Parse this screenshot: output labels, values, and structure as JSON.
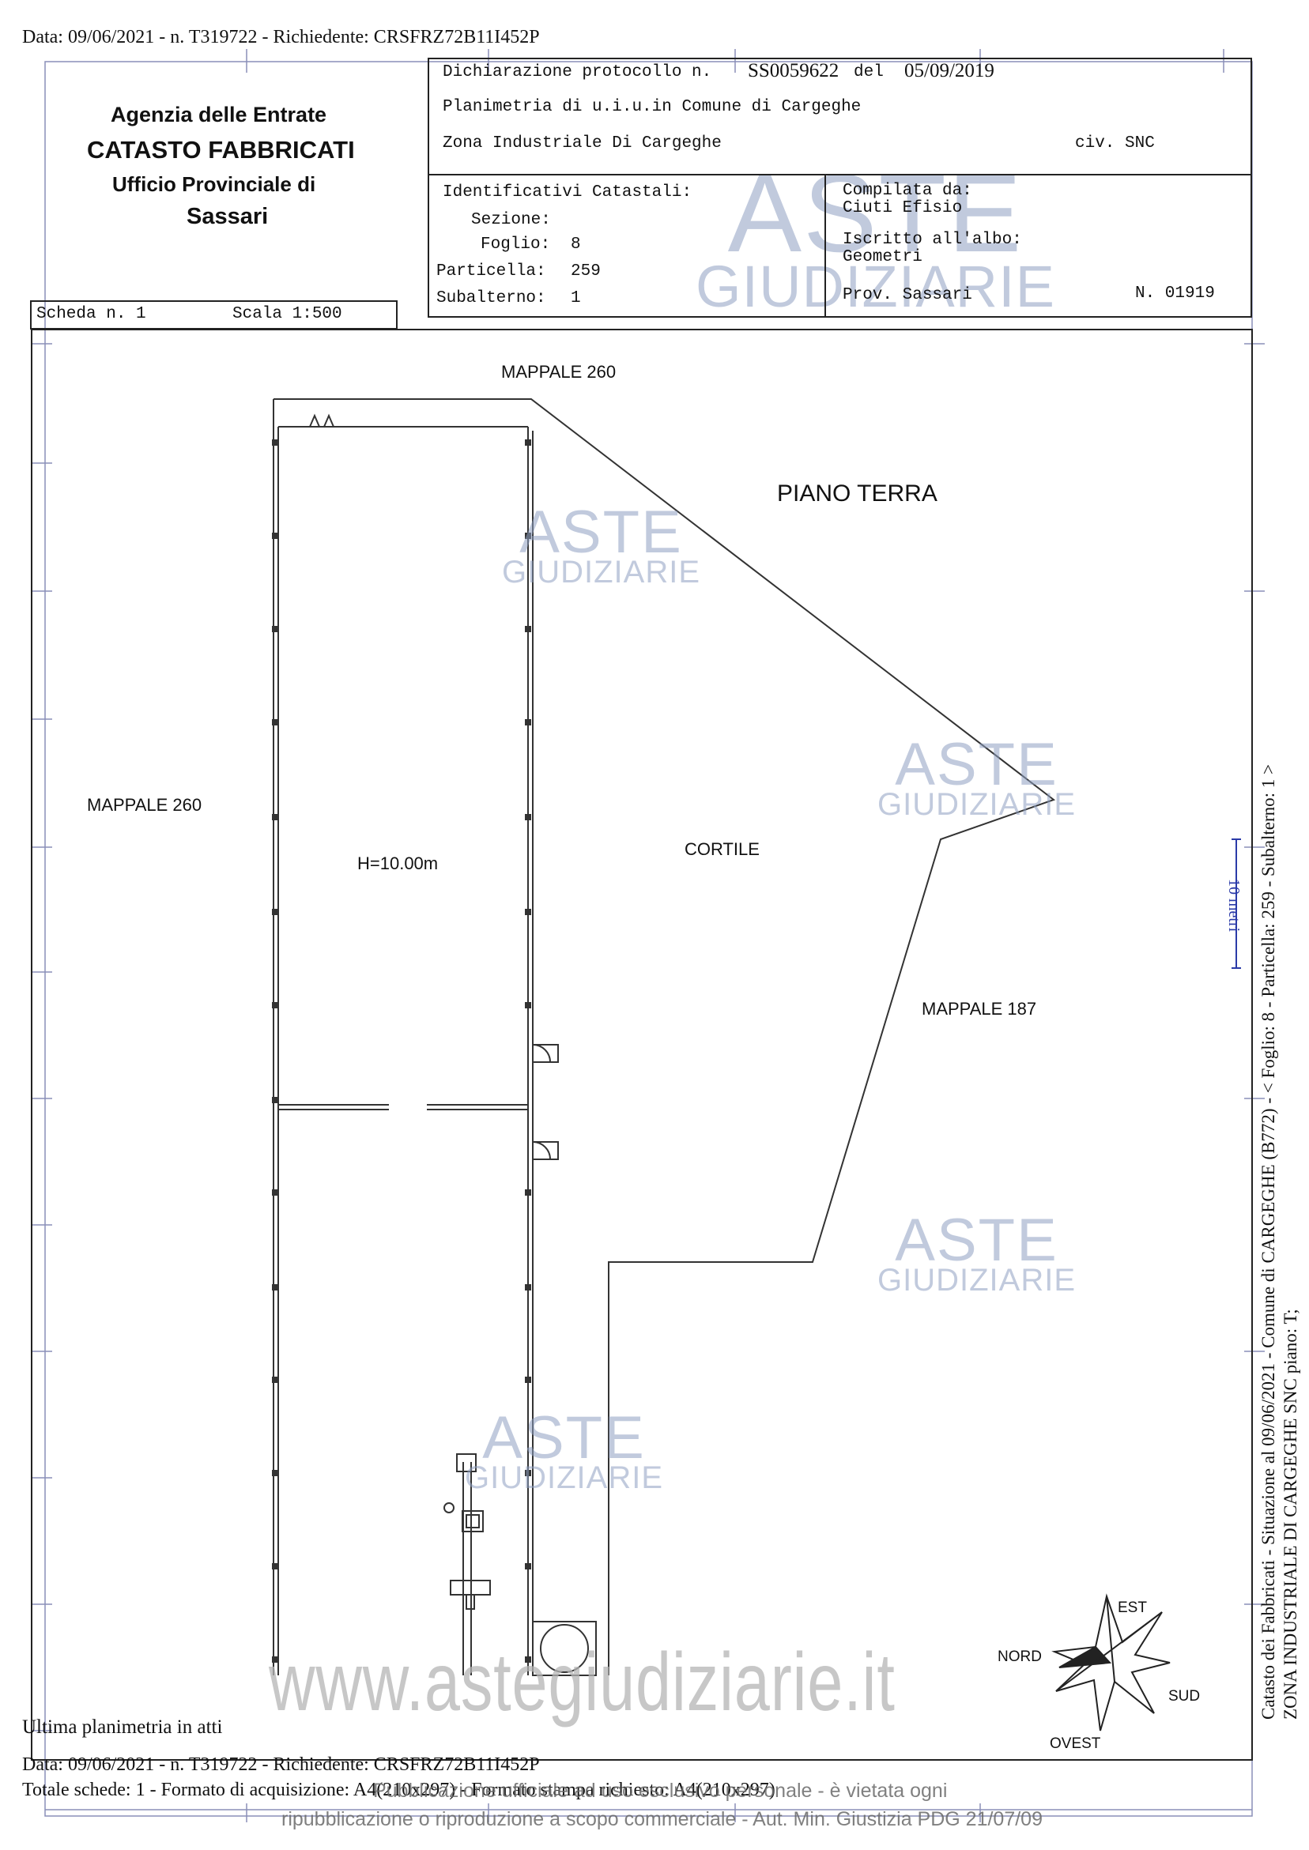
{
  "top_line": "Data: 09/06/2021 - n. T319722 - Richiedente: CRSFRZ72B11I452P",
  "agency": {
    "line1": "Agenzia delle Entrate",
    "line2": "CATASTO FABBRICATI",
    "line3": "Ufficio Provinciale di",
    "line4": "Sassari"
  },
  "scheda": {
    "label": "Scheda n. 1",
    "scale": "Scala 1:500"
  },
  "header": {
    "protocol_label": "Dichiarazione protocollo n.",
    "protocol_number": "SS0059622",
    "protocol_del": "del",
    "protocol_date": "05/09/2019",
    "planimetria": "Planimetria di u.i.u.in Comune di Cargeghe",
    "zona": "Zona Industriale Di Cargeghe",
    "civ": "civ. SNC"
  },
  "identifiers": {
    "title": "Identificativi Catastali:",
    "sezione_label": "Sezione:",
    "foglio_label": "Foglio:",
    "foglio": "8",
    "particella_label": "Particella:",
    "particella": "259",
    "subalterno_label": "Subalterno:",
    "subalterno": "1"
  },
  "compiler": {
    "compilata_label": "Compilata da:",
    "compilata": "Ciuti Efisio",
    "iscritto_label": "Iscritto all'albo:",
    "iscritto": "Geometri",
    "prov": "Prov. Sassari",
    "numero": "N. 01919"
  },
  "plan": {
    "mappale_top": "MAPPALE 260",
    "piano": "PIANO TERRA",
    "mappale_left": "MAPPALE 260",
    "height": "H=10.00m",
    "cortile": "CORTILE",
    "mappale_right": "MAPPALE 187",
    "scale_bar": "10 metri"
  },
  "compass": {
    "est": "EST",
    "nord": "NORD",
    "sud": "SUD",
    "ovest": "OVEST"
  },
  "side_text": {
    "line1": "Catasto dei Fabbricati - Situazione al 09/06/2021 - Comune di CARGEGHE (B772) - < Foglio: 8 - Particella: 259 - Subalterno: 1 >",
    "line2": "ZONA INDUSTRIALE DI CARGEGHE SNC piano: T;"
  },
  "footer": {
    "ultima": "Ultima planimetria in atti",
    "data_line": "Data: 09/06/2021 - n. T319722 - Richiedente: CRSFRZ72B11I452P",
    "totale": "Totale schede: 1 - Formato di acquisizione: A4(210x297) - Formato stampa richiesto: A4(210x297)",
    "pubblicazione": "Pubblicazione ufficiale ad uso esclusivo personale - è vietata ogni",
    "ripubblicazione": "ripubblicazione o riproduzione a scopo commerciale - Aut. Min. Giustizia PDG 21/07/09"
  },
  "watermark": {
    "aste": "ASTE",
    "giudiziarie": "GIUDIZIARIE",
    "site": "www.astegiudiziarie.it"
  }
}
